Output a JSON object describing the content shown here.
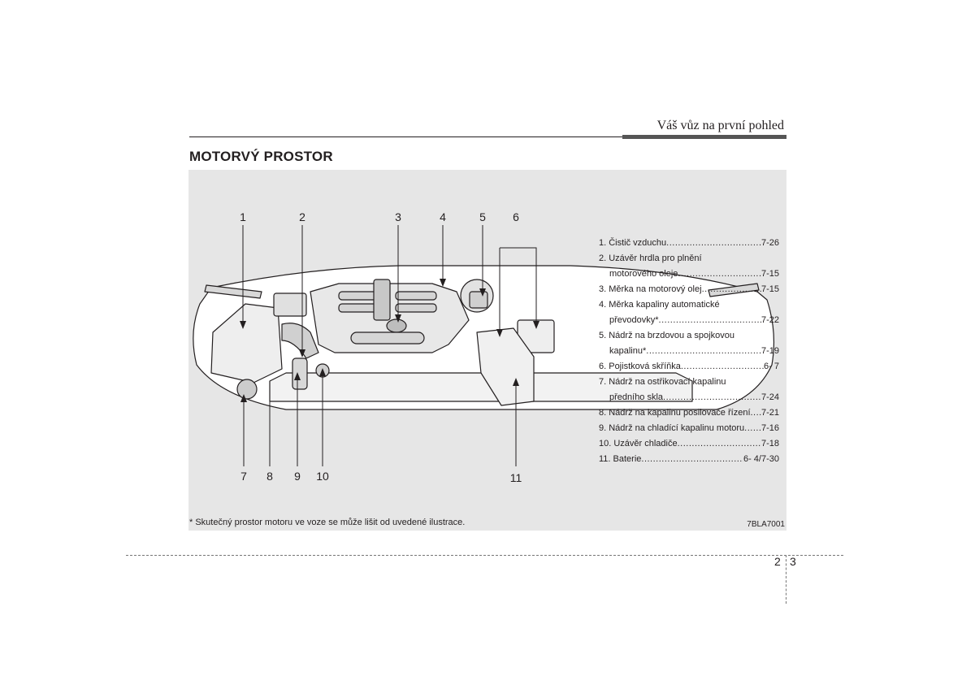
{
  "header": {
    "title": "Váš vůz na první pohled"
  },
  "section": {
    "title": "MOTORVÝ PROSTOR"
  },
  "callouts_top": [
    "1",
    "2",
    "3",
    "4",
    "5",
    "6"
  ],
  "callouts_bottom": [
    "7",
    "8",
    "9",
    "10",
    "11"
  ],
  "legend": [
    {
      "lines": [
        "1. Čistič vzduchu"
      ],
      "page": "7-26"
    },
    {
      "lines": [
        "2. Uzávěr hrdla pro plnění",
        "motorového oleje"
      ],
      "page": "7-15"
    },
    {
      "lines": [
        "3. Měrka na motorový olej"
      ],
      "page": "7-15"
    },
    {
      "lines": [
        "4. Měrka kapaliny automatické",
        "převodovky*"
      ],
      "page": "7-22"
    },
    {
      "lines": [
        "5. Nádrž na brzdovou a spojkovou",
        "kapalinu*"
      ],
      "page": "7-19"
    },
    {
      "lines": [
        "6. Pojistková skříňka"
      ],
      "page": "6- 7"
    },
    {
      "lines": [
        "7. Nádrž na ostřikovací kapalinu",
        "předního skla"
      ],
      "page": "7-24"
    },
    {
      "lines": [
        "8. Nádrž na kapalinu posilovače řízení"
      ],
      "page": "7-21"
    },
    {
      "lines": [
        "9. Nádrž na chladící kapalinu motoru"
      ],
      "page": "7-16"
    },
    {
      "lines": [
        "10. Uzávěr chladiče"
      ],
      "page": "7-18"
    },
    {
      "lines": [
        "11. Baterie"
      ],
      "page": "6- 4/7-30"
    }
  ],
  "footnote": "* Skutečný prostor motoru ve voze se může lišit od uvedené ilustrace.",
  "figure_code": "7BLA7001",
  "page_numbers": {
    "chapter": "2",
    "page": "3"
  }
}
